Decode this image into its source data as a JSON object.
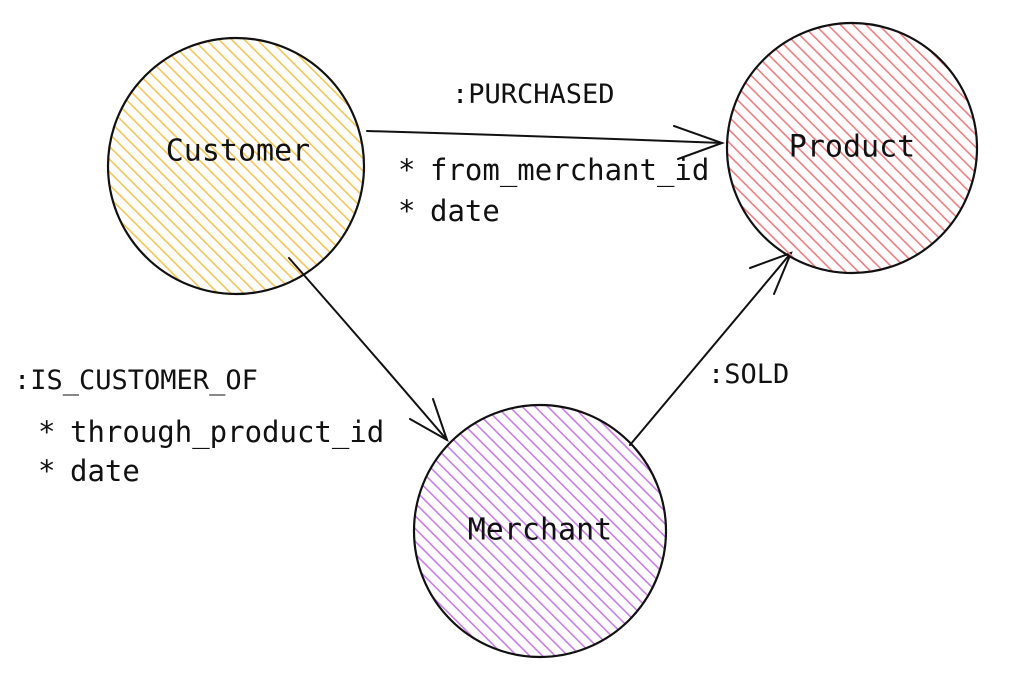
{
  "nodes": [
    {
      "id": "customer",
      "label": "Customer",
      "fill_color": "#f5c64f"
    },
    {
      "id": "product",
      "label": "Product",
      "fill_color": "#f07c80"
    },
    {
      "id": "merchant",
      "label": "Merchant",
      "fill_color": "#c77ce8"
    }
  ],
  "edges": [
    {
      "id": "purchased",
      "from": "customer",
      "to": "product",
      "label": ":PURCHASED",
      "properties": [
        "from_merchant_id",
        "date"
      ]
    },
    {
      "id": "is-customer-of",
      "from": "customer",
      "to": "merchant",
      "label": ":IS_CUSTOMER_OF",
      "properties": [
        "through_product_id",
        "date"
      ]
    },
    {
      "id": "sold",
      "from": "merchant",
      "to": "product",
      "label": ":SOLD",
      "properties": []
    }
  ],
  "property_bullet": "*",
  "colors": {
    "stroke": "#111111",
    "background": "#ffffff"
  }
}
